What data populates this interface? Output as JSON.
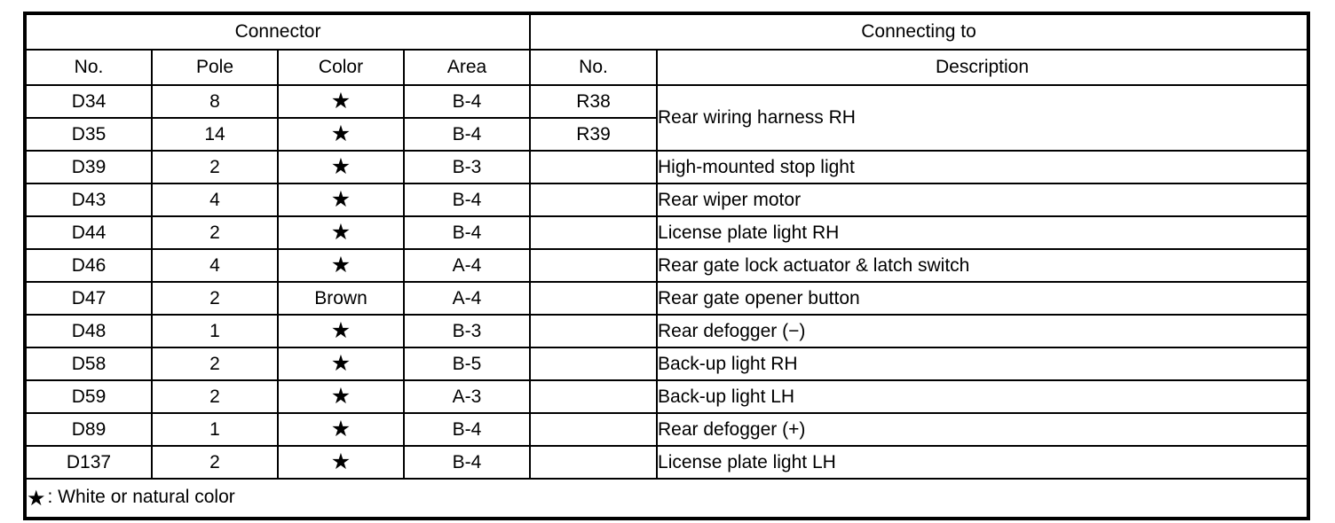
{
  "table": {
    "group_headers": {
      "connector": "Connector",
      "connecting_to": "Connecting to"
    },
    "column_headers": {
      "connector_no": "No.",
      "connector_pole": "Pole",
      "connector_color": "Color",
      "connector_area": "Area",
      "connecting_no": "No.",
      "connecting_description": "Description"
    },
    "star_glyph": "★",
    "rows": [
      {
        "no": "D34",
        "pole": "8",
        "color": "★",
        "color_is_star": true,
        "area": "B-4",
        "connecting_no": "R38",
        "description": "Rear wiring harness RH",
        "description_rowspan": 2
      },
      {
        "no": "D35",
        "pole": "14",
        "color": "★",
        "color_is_star": true,
        "area": "B-4",
        "connecting_no": "R39",
        "description": "",
        "description_rowspan": 0
      },
      {
        "no": "D39",
        "pole": "2",
        "color": "★",
        "color_is_star": true,
        "area": "B-3",
        "connecting_no": "",
        "description": "High-mounted stop light",
        "description_rowspan": 1
      },
      {
        "no": "D43",
        "pole": "4",
        "color": "★",
        "color_is_star": true,
        "area": "B-4",
        "connecting_no": "",
        "description": "Rear wiper motor",
        "description_rowspan": 1
      },
      {
        "no": "D44",
        "pole": "2",
        "color": "★",
        "color_is_star": true,
        "area": "B-4",
        "connecting_no": "",
        "description": "License plate light RH",
        "description_rowspan": 1
      },
      {
        "no": "D46",
        "pole": "4",
        "color": "★",
        "color_is_star": true,
        "area": "A-4",
        "connecting_no": "",
        "description": "Rear gate lock actuator & latch switch",
        "description_rowspan": 1
      },
      {
        "no": "D47",
        "pole": "2",
        "color": "Brown",
        "color_is_star": false,
        "area": "A-4",
        "connecting_no": "",
        "description": "Rear gate opener button",
        "description_rowspan": 1
      },
      {
        "no": "D48",
        "pole": "1",
        "color": "★",
        "color_is_star": true,
        "area": "B-3",
        "connecting_no": "",
        "description": "Rear defogger (−)",
        "description_rowspan": 1
      },
      {
        "no": "D58",
        "pole": "2",
        "color": "★",
        "color_is_star": true,
        "area": "B-5",
        "connecting_no": "",
        "description": "Back-up light RH",
        "description_rowspan": 1
      },
      {
        "no": "D59",
        "pole": "2",
        "color": "★",
        "color_is_star": true,
        "area": "A-3",
        "connecting_no": "",
        "description": "Back-up light LH",
        "description_rowspan": 1
      },
      {
        "no": "D89",
        "pole": "1",
        "color": "★",
        "color_is_star": true,
        "area": "B-4",
        "connecting_no": "",
        "description": "Rear defogger (+)",
        "description_rowspan": 1
      },
      {
        "no": "D137",
        "pole": "2",
        "color": "★",
        "color_is_star": true,
        "area": "B-4",
        "connecting_no": "",
        "description": "License plate light LH",
        "description_rowspan": 1
      }
    ],
    "footnote": {
      "symbol": "★",
      "text": ": White or natural color"
    }
  }
}
